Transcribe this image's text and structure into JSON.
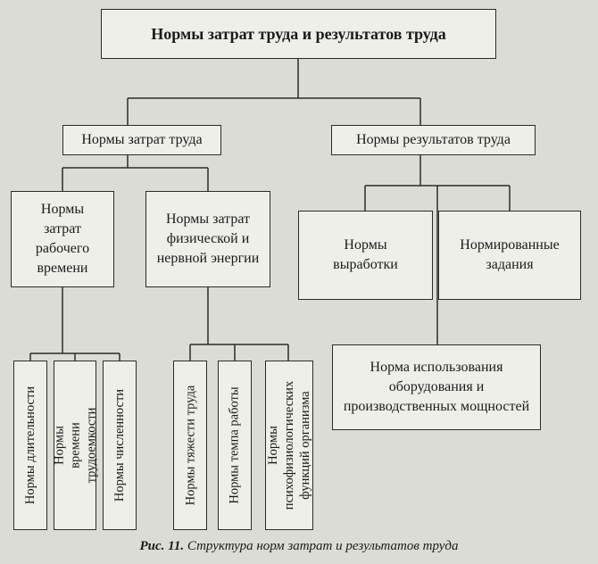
{
  "root": "Нормы затрат труда и результатов труда",
  "costs": {
    "title": "Нормы затрат труда",
    "working_time": "Нормы затрат рабочего времени",
    "physical_nervous": "Нормы затрат физической и нервной энергии",
    "leaves": [
      "Нормы длительности",
      "Нормы времени трудоемкости",
      "Нормы численности",
      "Нормы тяжести труда",
      "Нормы темпа работы",
      "Нормы психофизиологических функций организма"
    ]
  },
  "results": {
    "title": "Нормы результатов труда",
    "output": "Нормы выработки",
    "tasks": "Нормированные задания",
    "equipment": "Норма использования оборудования и производственных мощностей"
  },
  "caption": {
    "label": "Рис. 11.",
    "text": "Структура норм затрат и результатов труда"
  }
}
